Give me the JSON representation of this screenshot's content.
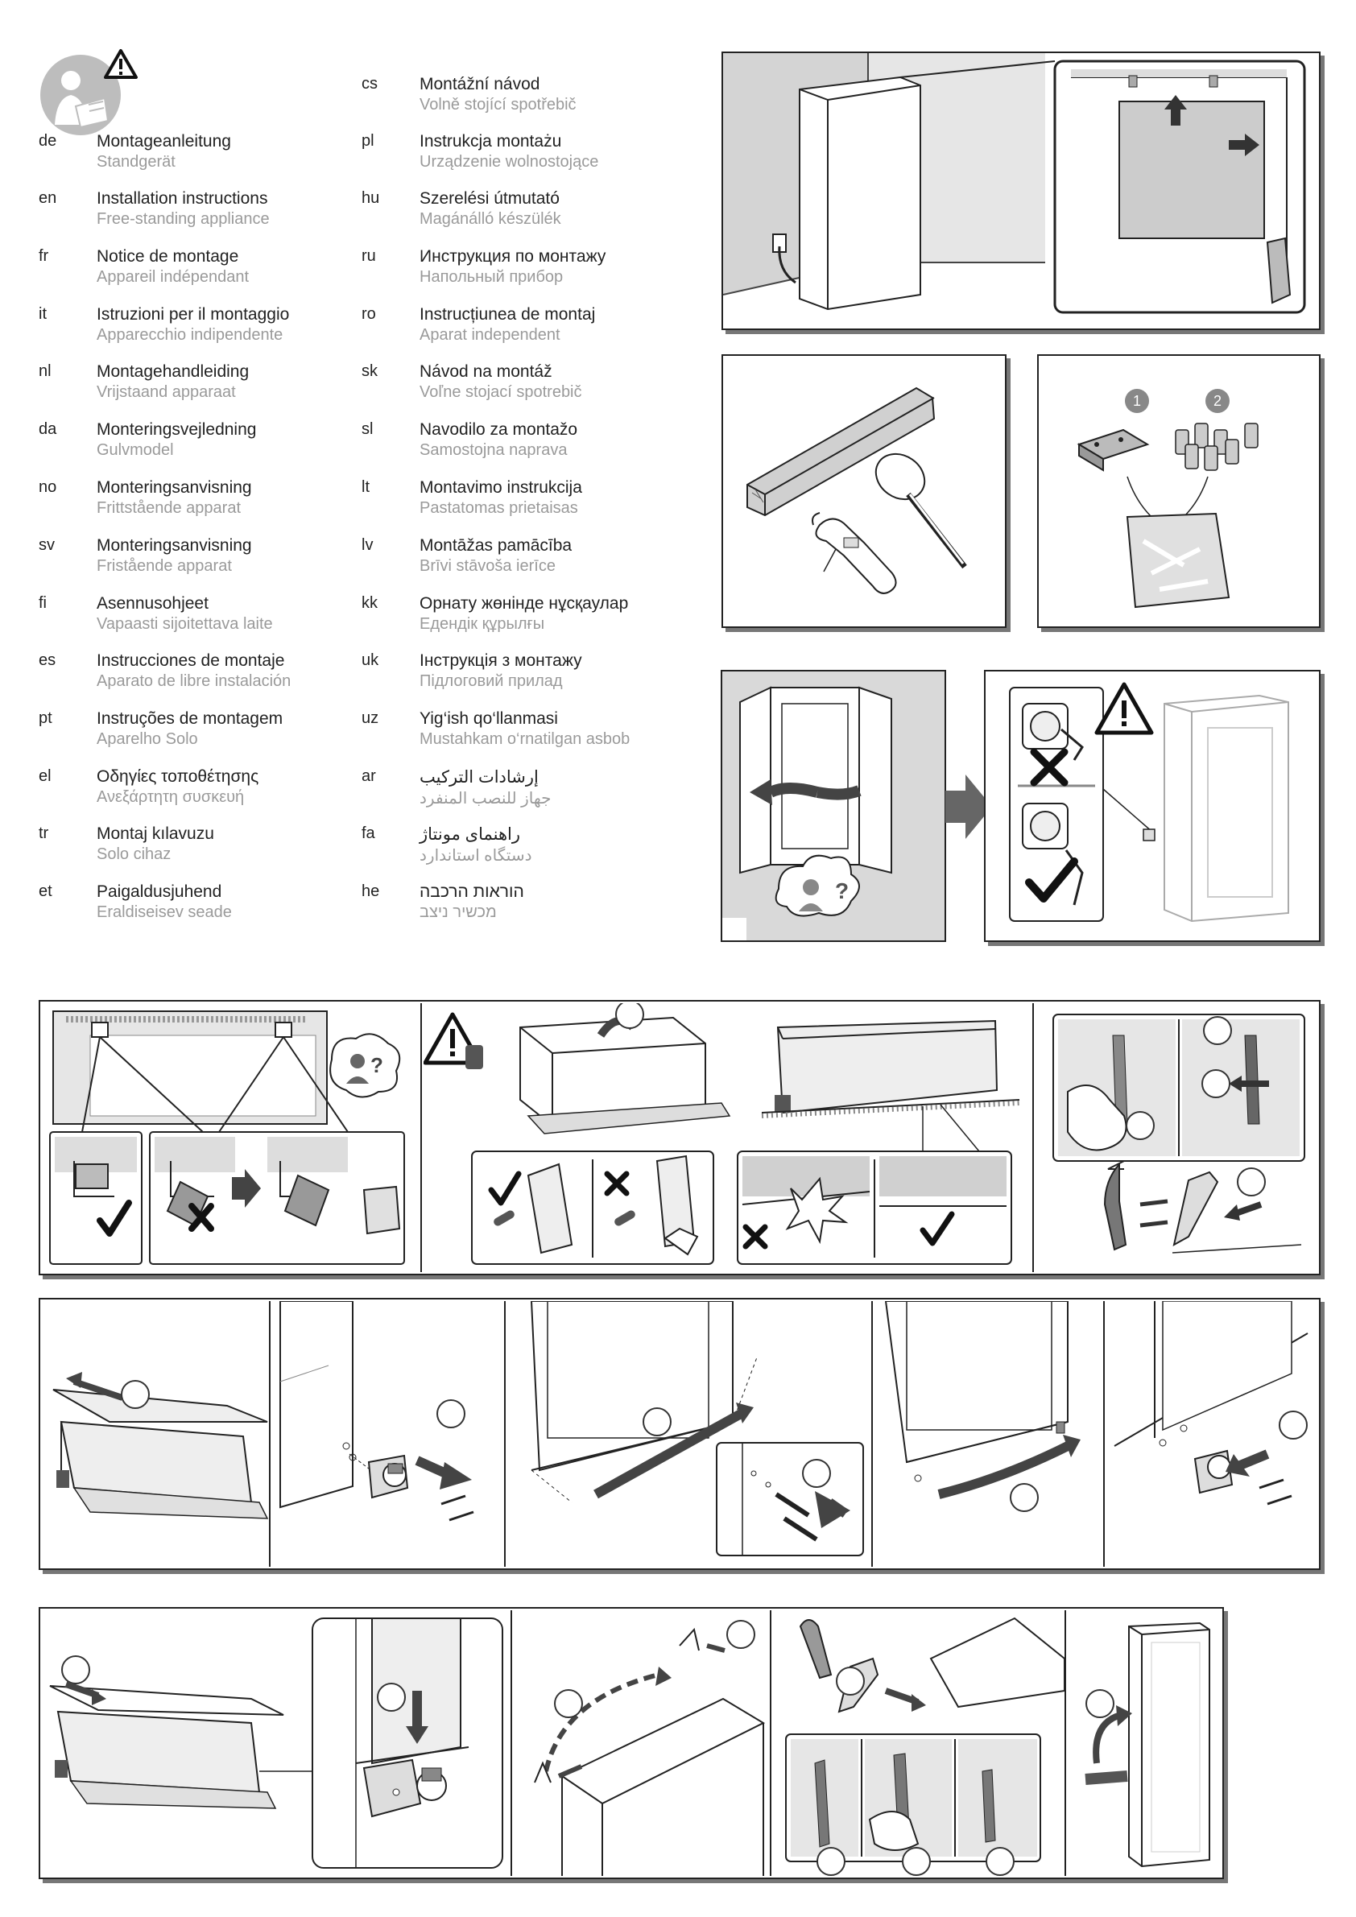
{
  "languages_left": [
    {
      "code": "de",
      "title": "Montageanleitung",
      "subtitle": "Standgerät"
    },
    {
      "code": "en",
      "title": "Installation instructions",
      "subtitle": "Free-standing appliance"
    },
    {
      "code": "fr",
      "title": "Notice de montage",
      "subtitle": "Appareil indépendant"
    },
    {
      "code": "it",
      "title": "Istruzioni per il montaggio",
      "subtitle": "Apparecchio indipendente"
    },
    {
      "code": "nl",
      "title": "Montagehandleiding",
      "subtitle": "Vrijstaand apparaat"
    },
    {
      "code": "da",
      "title": "Monteringsvejledning",
      "subtitle": "Gulvmodel"
    },
    {
      "code": "no",
      "title": "Monteringsanvisning",
      "subtitle": "Frittstående apparat"
    },
    {
      "code": "sv",
      "title": "Monteringsanvisning",
      "subtitle": "Fristående  apparat"
    },
    {
      "code": "fi",
      "title": "Asennusohjeet",
      "subtitle": "Vapaasti sijoitettava laite"
    },
    {
      "code": "es",
      "title": "Instrucciones de montaje",
      "subtitle": "Aparato de libre instalación"
    },
    {
      "code": "pt",
      "title": "Instruções de montagem",
      "subtitle": "Aparelho Solo"
    },
    {
      "code": "el",
      "title": "Οδηγίες τοποθέτησης",
      "subtitle": "Ανεξάρτητη συσκευή"
    },
    {
      "code": "tr",
      "title": "Montaj kılavuzu",
      "subtitle": "Solo cihaz"
    },
    {
      "code": "et",
      "title": "Paigaldusjuhend",
      "subtitle": "Eraldiseisev seade"
    }
  ],
  "languages_right": [
    {
      "code": "cs",
      "title": "Montážní návod",
      "subtitle": "Volně stojící spotřebič"
    },
    {
      "code": "pl",
      "title": "Instrukcja montażu",
      "subtitle": "Urządzenie wolnostojące"
    },
    {
      "code": "hu",
      "title": "Szerelési útmutató",
      "subtitle": "Magánálló készülék"
    },
    {
      "code": "ru",
      "title": "Инструкция по монтажу",
      "subtitle": "Напольный прибор"
    },
    {
      "code": "ro",
      "title": "Instrucțiunea de montaj",
      "subtitle": "Aparat independent"
    },
    {
      "code": "sk",
      "title": "Návod na montáž",
      "subtitle": "Voľne stojací spotrebič"
    },
    {
      "code": "sl",
      "title": "Navodilo za montažo",
      "subtitle": "Samostojna naprava"
    },
    {
      "code": "lt",
      "title": "Montavimo instrukcija",
      "subtitle": "Pastatomas prietaisas"
    },
    {
      "code": "lv",
      "title": "Montāžas pamācība",
      "subtitle": "Brīvi stāvoša ierīce"
    },
    {
      "code": "kk",
      "title": "Орнату жөнінде нұсқаулар",
      "subtitle": "Едендік құрылғы"
    },
    {
      "code": "uk",
      "title": "Інструкція з монтажу",
      "subtitle": "Підлоговий прилад"
    },
    {
      "code": "uz",
      "title": "Yig‘ish qo‘llanmasi",
      "subtitle": "Mustahkam o‘rnatilgan asbob"
    },
    {
      "code": "ar",
      "title": "إرشادات التركيب",
      "subtitle": "جهاز للنصب المنفرد"
    },
    {
      "code": "fa",
      "title": "راهنمای مونتاژ",
      "subtitle": "دستگاه استاندارد"
    },
    {
      "code": "he",
      "title": "הוראות הרכבה",
      "subtitle": "מכשיר ניצב"
    }
  ],
  "parts_numbers": {
    "one": "1",
    "two": "2"
  },
  "icons": {
    "manual": "manual-reading-icon",
    "warning": "warning-triangle-icon",
    "question": "question-bubble-icon",
    "check": "checkmark-icon",
    "cross": "cross-icon"
  },
  "colors": {
    "panel_bg": "#d9d9d9",
    "stroke": "#222222",
    "shadow": "#777777"
  }
}
